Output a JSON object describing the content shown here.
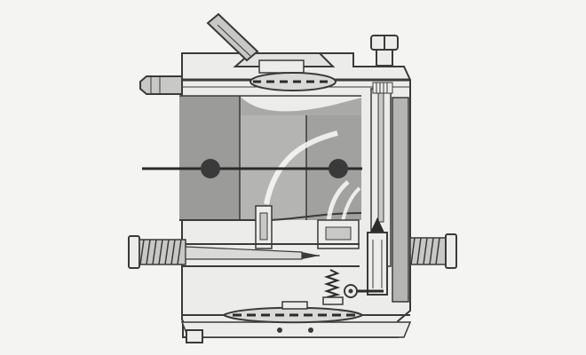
{
  "diagram": {
    "colors": {
      "background": "#f4f4f2",
      "body_fill": "#ececea",
      "outline": "#3a3a3a",
      "bore_fill": "#a9a9a7",
      "bore_dark": "#8f8f8d",
      "shaft": "#2b2b2b",
      "gray_part": "#c8c8c6",
      "highlight": "#fafafa"
    },
    "parts": [
      "carburetor-body",
      "top-cover",
      "bottom-cover",
      "fuel-inlet-nipple",
      "impulse-tube",
      "cover-screw-top",
      "cover-screw-bottom",
      "pump-diaphragm",
      "throttle-bore",
      "throttle-shaft",
      "choke-shaft",
      "fuel-channel",
      "fuel-screen",
      "main-jet",
      "idle-jet",
      "high-speed-adjust-screw",
      "low-speed-adjust-screw",
      "inlet-needle",
      "metering-lever",
      "metering-spring",
      "metering-diaphragm"
    ]
  }
}
